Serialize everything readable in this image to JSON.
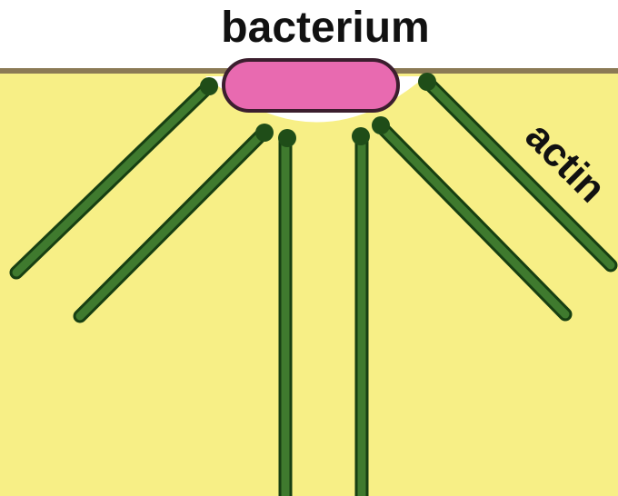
{
  "labels": {
    "bacterium": "bacterium",
    "actin": "actin"
  },
  "colors": {
    "background_top": "#ffffff",
    "cytoplasm": "#f7ef86",
    "membrane": "#8b7a55",
    "bacterium_fill": "#e86ab0",
    "bacterium_outline": "#3b1e2e",
    "pocket": "#ffffff",
    "actin_fill": "#3f7a2e",
    "actin_outline": "#173f12",
    "actin_node": "#1f4d18"
  },
  "icons": {
    "bacterium": "rounded-capsule",
    "actin": "straight-filament"
  }
}
